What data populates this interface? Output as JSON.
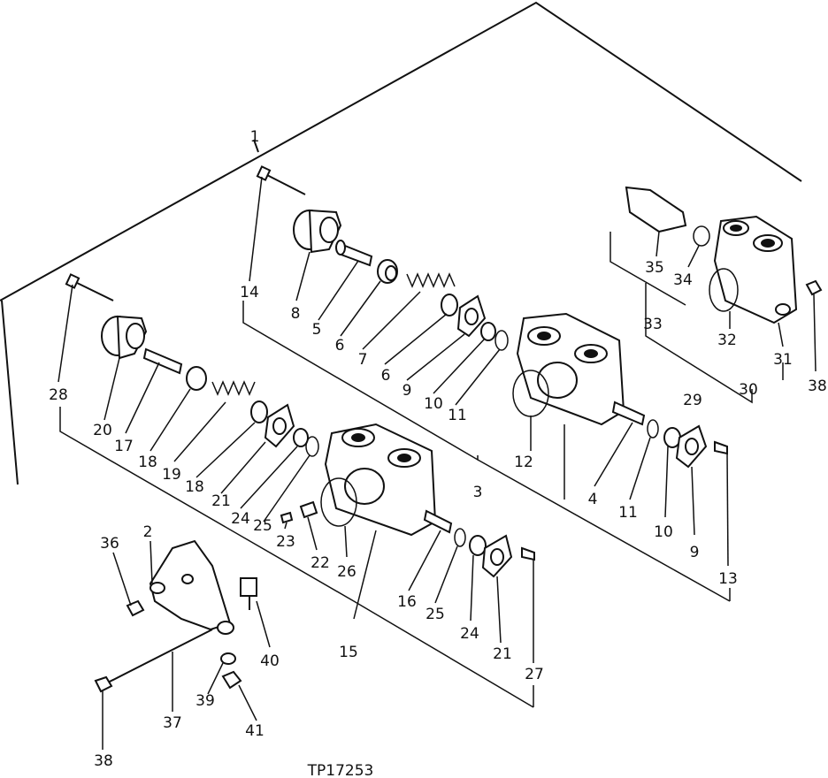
{
  "figure_id": "TP17253",
  "callouts": [
    {
      "id": "1",
      "label": "1"
    },
    {
      "id": "14",
      "label": "14"
    },
    {
      "id": "8",
      "label": "8"
    },
    {
      "id": "5",
      "label": "5"
    },
    {
      "id": "6a",
      "label": "6"
    },
    {
      "id": "7",
      "label": "7"
    },
    {
      "id": "6b",
      "label": "6"
    },
    {
      "id": "9a",
      "label": "9"
    },
    {
      "id": "10a",
      "label": "10"
    },
    {
      "id": "11a",
      "label": "11"
    },
    {
      "id": "12",
      "label": "12"
    },
    {
      "id": "3",
      "label": "3"
    },
    {
      "id": "4",
      "label": "4"
    },
    {
      "id": "11b",
      "label": "11"
    },
    {
      "id": "10b",
      "label": "10"
    },
    {
      "id": "9b",
      "label": "9"
    },
    {
      "id": "13",
      "label": "13"
    },
    {
      "id": "35",
      "label": "35"
    },
    {
      "id": "34",
      "label": "34"
    },
    {
      "id": "33",
      "label": "33"
    },
    {
      "id": "32",
      "label": "32"
    },
    {
      "id": "31",
      "label": "31"
    },
    {
      "id": "29",
      "label": "29"
    },
    {
      "id": "30",
      "label": "30"
    },
    {
      "id": "38a",
      "label": "38"
    },
    {
      "id": "28",
      "label": "28"
    },
    {
      "id": "20",
      "label": "20"
    },
    {
      "id": "17",
      "label": "17"
    },
    {
      "id": "18a",
      "label": "18"
    },
    {
      "id": "19",
      "label": "19"
    },
    {
      "id": "18b",
      "label": "18"
    },
    {
      "id": "21a",
      "label": "21"
    },
    {
      "id": "24a",
      "label": "24"
    },
    {
      "id": "25a",
      "label": "25"
    },
    {
      "id": "23",
      "label": "23"
    },
    {
      "id": "22",
      "label": "22"
    },
    {
      "id": "26",
      "label": "26"
    },
    {
      "id": "15",
      "label": "15"
    },
    {
      "id": "16",
      "label": "16"
    },
    {
      "id": "25b",
      "label": "25"
    },
    {
      "id": "24b",
      "label": "24"
    },
    {
      "id": "21b",
      "label": "21"
    },
    {
      "id": "27",
      "label": "27"
    },
    {
      "id": "36",
      "label": "36"
    },
    {
      "id": "2",
      "label": "2"
    },
    {
      "id": "40",
      "label": "40"
    },
    {
      "id": "37",
      "label": "37"
    },
    {
      "id": "39",
      "label": "39"
    },
    {
      "id": "41",
      "label": "41"
    },
    {
      "id": "38b",
      "label": "38"
    }
  ]
}
